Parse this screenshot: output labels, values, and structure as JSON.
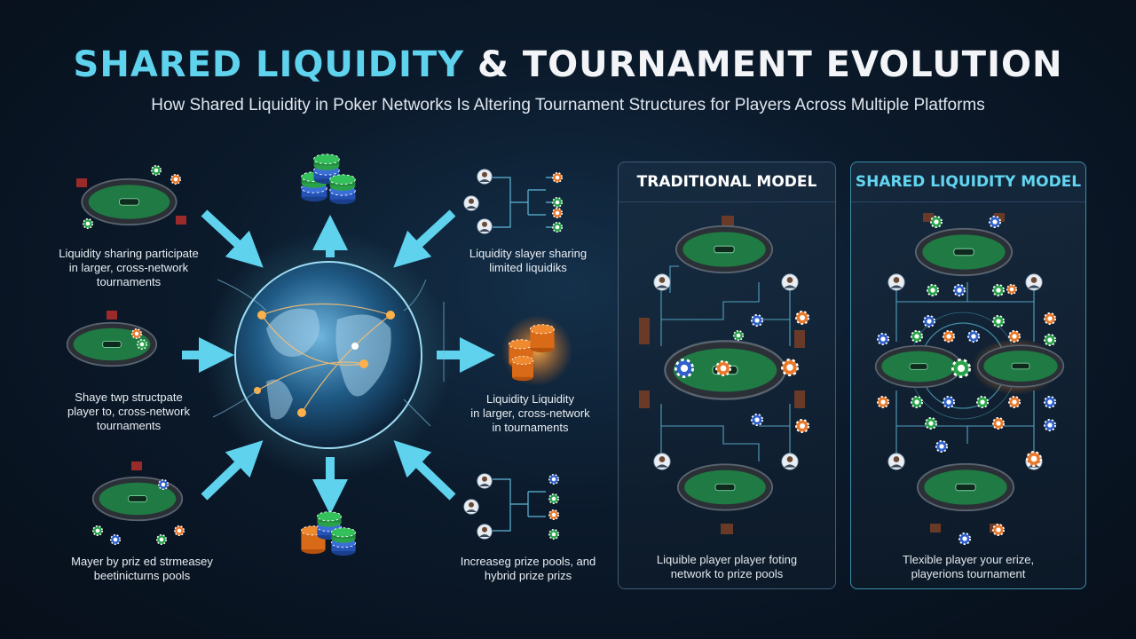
{
  "header": {
    "title_accent": "SHARED LIQUIDITY",
    "title_rest": " & TOURNAMENT EVOLUTION",
    "subtitle": "How Shared Liquidity in Poker Networks Is Altering Tournament Structures for Players Across Multiple Platforms"
  },
  "hub": {
    "captions": {
      "top_left": [
        "Liquidity sharing participate",
        "in larger, cross-network",
        "tournaments"
      ],
      "mid_left": [
        "Shaye twp structpate",
        "player to, cross-network",
        "tournaments"
      ],
      "bottom_left": [
        "Mayer by priz ed strmeasey",
        "beetinicturns pools"
      ],
      "top_right": [
        "Liquidity slayer sharing",
        "limited liquidiks"
      ],
      "mid_right": [
        "Liquidity Liquidity",
        "in larger, cross-network",
        "in tournaments"
      ],
      "bottom_right": [
        "Increaseg prize pools, and",
        "hybrid prize prizs"
      ]
    }
  },
  "panels": {
    "traditional": {
      "title": "TRADITIONAL MODEL",
      "caption": [
        "Liquible player player foting",
        "network to prize pools"
      ]
    },
    "shared": {
      "title": "SHARED LIQUIDITY MODEL",
      "caption": [
        "Tlexible player your erize,",
        "playerions tournament"
      ]
    }
  },
  "colors": {
    "accent": "#5fd3ee",
    "table_felt": "#1f7a44",
    "table_rim": "#2b2f36",
    "arrow": "#5fd3ee",
    "glow": "#ff9a3a"
  },
  "icons": {
    "globe": "network-globe-icon",
    "table": "poker-table-icon",
    "chips": "poker-chips-icon",
    "player": "player-avatar-icon",
    "bracket": "tournament-bracket-icon"
  }
}
